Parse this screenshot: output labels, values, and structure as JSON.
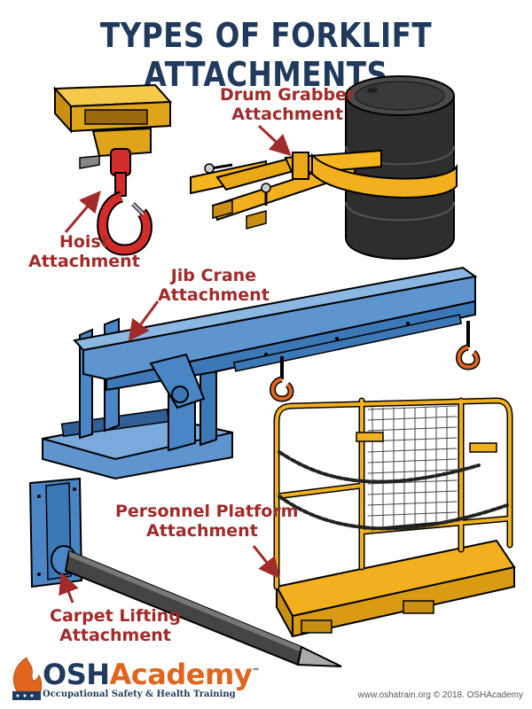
{
  "title": "TYPES OF FORKLIFT ATTACHMENTS",
  "labels": {
    "hoist": [
      "Hoist",
      "Attachment"
    ],
    "drum": [
      "Drum Grabber",
      "Attachment"
    ],
    "jib": [
      "Jib Crane",
      "Attachment"
    ],
    "platform": [
      "Personnel Platform",
      "Attachment"
    ],
    "carpet": [
      "Carpet Lifting",
      "Attachment"
    ]
  },
  "logo": {
    "brand_prefix": "OSH",
    "brand_suffix": "Academy",
    "trademark": "™",
    "tagline": "Occupational Safety & Health Training"
  },
  "footer": "www.oshatrain.org © 2018. OSHAcademy",
  "colors": {
    "title": "#1f3a5c",
    "label": "#a12a2a",
    "yellow": "#f2b01e",
    "blue": "#4a86c5",
    "drum": "#2e2e2e",
    "hook": "#d42b2b",
    "logo_orange": "#e0651e"
  }
}
